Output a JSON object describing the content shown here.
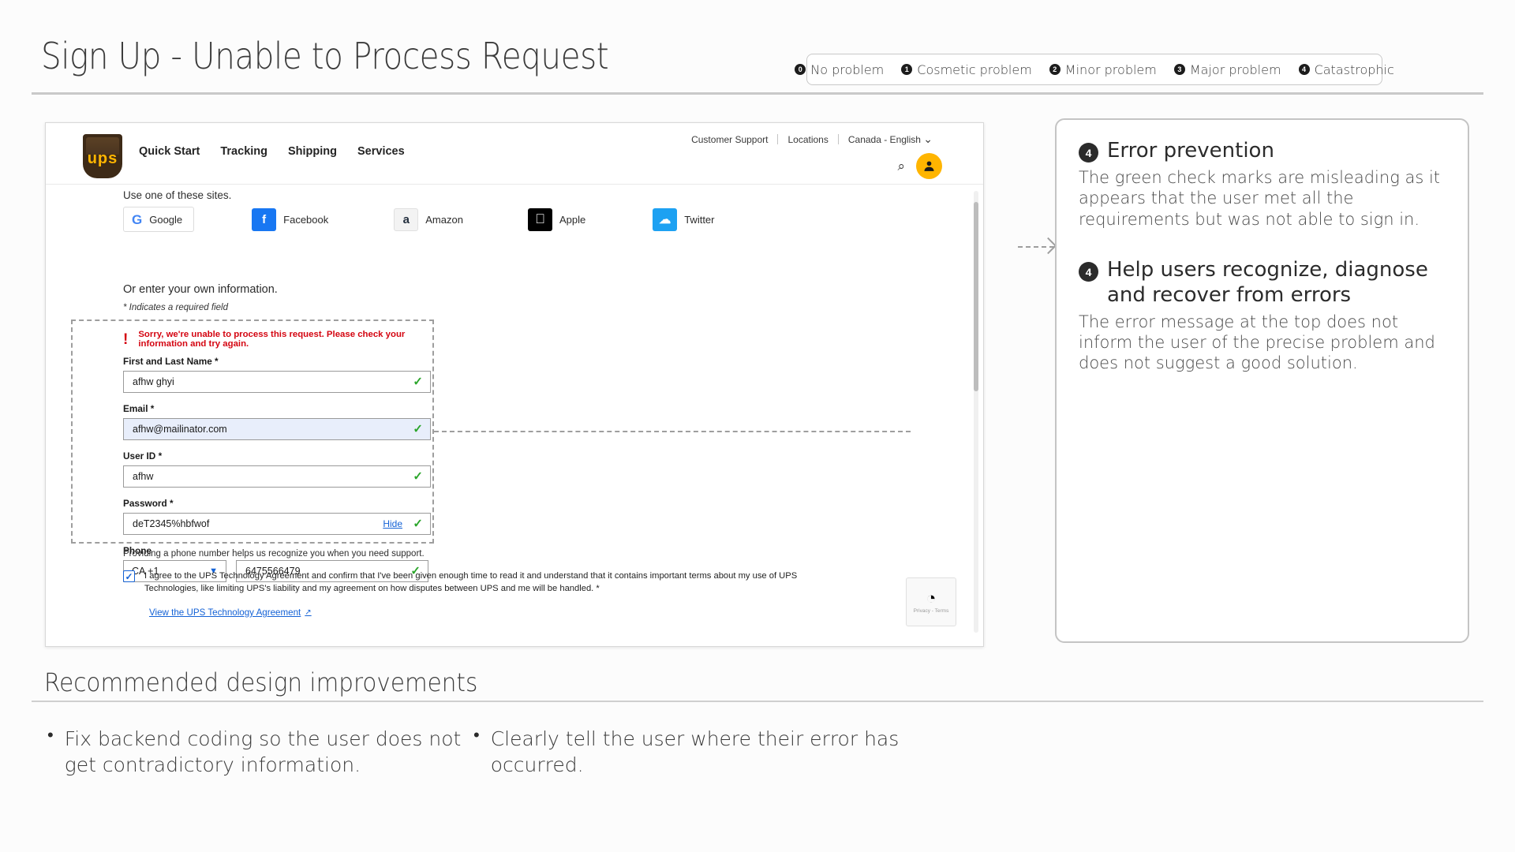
{
  "header": {
    "title": "Sign Up - Unable to Process Request",
    "legend": [
      {
        "num": "0",
        "label": "No problem"
      },
      {
        "num": "1",
        "label": "Cosmetic problem"
      },
      {
        "num": "2",
        "label": "Minor problem"
      },
      {
        "num": "3",
        "label": "Major problem"
      },
      {
        "num": "4",
        "label": "Catastrophic"
      }
    ]
  },
  "screenshot": {
    "ups_logo_text": "ups",
    "nav": [
      {
        "label": "Quick Start"
      },
      {
        "label": "Tracking"
      },
      {
        "label": "Shipping"
      },
      {
        "label": "Services"
      }
    ],
    "toplinks": [
      {
        "label": "Customer Support"
      },
      {
        "label": "Locations"
      },
      {
        "label": "Canada - English"
      }
    ],
    "locale_caret": "⌄",
    "search_icon": "⌕",
    "use_sites_text": "Use one of these sites.",
    "social": [
      {
        "name": "Google",
        "mark": "G",
        "bg": "#ffffff",
        "fg": "#4285F4"
      },
      {
        "name": "Facebook",
        "mark": "f",
        "bg": "#1877F2",
        "fg": "#ffffff"
      },
      {
        "name": "Amazon",
        "mark": "a",
        "bg": "#ffffff",
        "fg": "#232F3E"
      },
      {
        "name": "Apple",
        "mark": "",
        "bg": "#000000",
        "fg": "#ffffff"
      },
      {
        "name": "Twitter",
        "mark": "t",
        "bg": "#1DA1F2",
        "fg": "#ffffff"
      }
    ],
    "or_enter_text": "Or enter your own information.",
    "required_note": "* Indicates a required field",
    "error_message": "Sorry, we're unable to process this request. Please check your information and try again.",
    "error_icon": "!",
    "fields": [
      {
        "label": "First and Last Name *",
        "value": "afhw ghyi"
      },
      {
        "label": "Email *",
        "value": "afhw@mailinator.com"
      },
      {
        "label": "User ID *",
        "value": "afhw"
      },
      {
        "label": "Password *",
        "value": "deT2345%hbfwof",
        "action": "Hide"
      },
      {
        "label": "Phone",
        "country": "CA +1",
        "value": "6475566479"
      }
    ],
    "check_glyph": "✓",
    "phone_help": "Providing a phone number helps us recognize you when you need support.",
    "agreement": "I agree to the UPS Technology Agreement and confirm that I've been given enough time to read it and understand that it contains important terms about my use of UPS Technologies, like limiting UPS's liability and my agreement on how disputes between UPS and me will be handled. *",
    "agreement_link": "View the UPS Technology Agreement",
    "external_glyph": "↗",
    "recaptcha": {
      "mark": "◴",
      "line1": "Privacy - Terms"
    }
  },
  "annotations": [
    {
      "num": "4",
      "title": "Error prevention",
      "body": "The green check marks are misleading as it appears that the user met all the requirements but was not able to sign in."
    },
    {
      "num": "4",
      "title": "Help users recognize, diagnose and recover from errors",
      "body": "The error message at the top does not inform the user of the precise problem and does not suggest a good solution."
    }
  ],
  "recommendations": {
    "title": "Recommended design improvements",
    "items": [
      "Fix backend coding so the user does not get contradictory information.",
      "Clearly tell the user where their error has occurred."
    ]
  }
}
